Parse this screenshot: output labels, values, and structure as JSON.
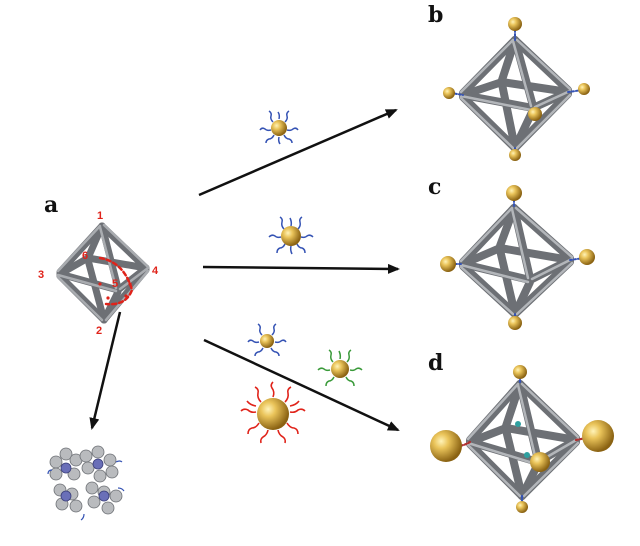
{
  "panels": {
    "a": "a",
    "b": "b",
    "c": "c",
    "d": "d"
  },
  "vertex_numbers": [
    "1",
    "2",
    "3",
    "4",
    "5",
    "6"
  ],
  "colors": {
    "rod": "#8c8f94",
    "rod_dark": "#5f6368",
    "gold": "#d8a93a",
    "gold_light": "#f5d77a",
    "dna_blue": "#3553b4",
    "dna_green": "#3a9a3a",
    "dna_red": "#e0231a",
    "arrow": "#111111",
    "vertex_label": "#e0231a"
  },
  "icons": [
    "octahedron-frame",
    "gold-nanoparticle",
    "dna-strand",
    "arrow",
    "dna-bundle-cross-section"
  ]
}
